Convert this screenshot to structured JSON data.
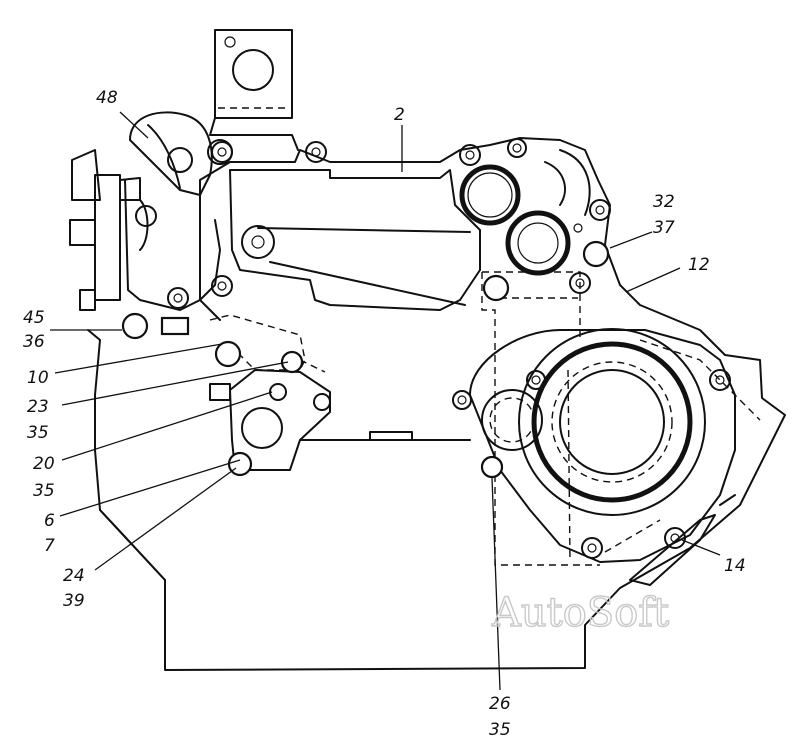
{
  "callouts": {
    "c48": "48",
    "c2": "2",
    "c32": "32",
    "c37": "37",
    "c12": "12",
    "c45": "45",
    "c36": "36",
    "c10": "10",
    "c23": "23",
    "c35a": "35",
    "c20": "20",
    "c35b": "35",
    "c6": "6",
    "c7": "7",
    "c24": "24",
    "c39": "39",
    "c14": "14",
    "c26": "26",
    "c35c": "35"
  },
  "watermark": "AutoSoft"
}
